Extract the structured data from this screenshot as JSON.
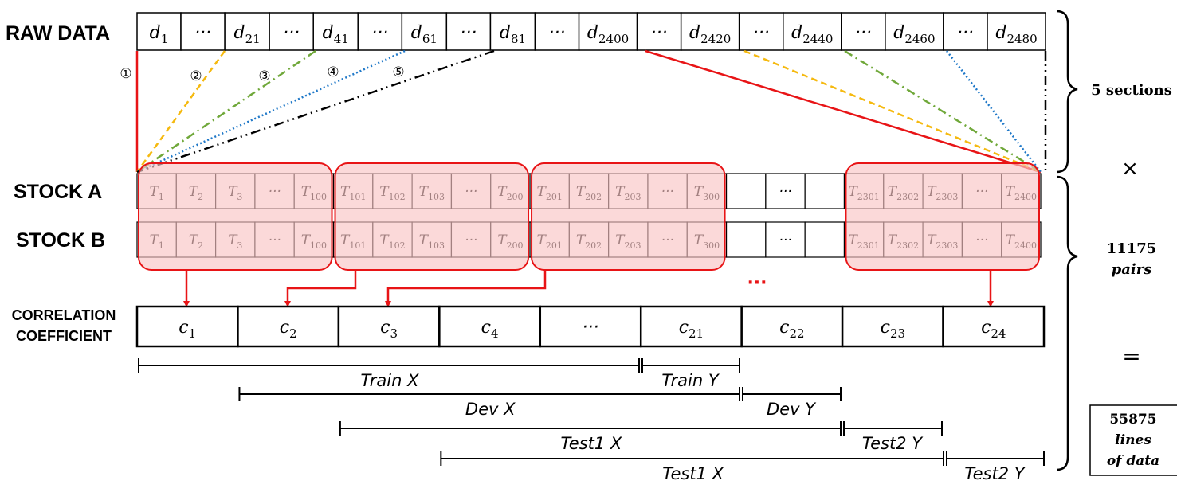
{
  "labels": {
    "raw_data": "RAW DATA",
    "stock_a": "STOCK A",
    "stock_b": "STOCK B",
    "correlation_line1": "CORRELATION",
    "correlation_line2": "COEFFICIENT"
  },
  "raw_cells": [
    {
      "base": "d",
      "sub": "1"
    },
    {
      "base": "···",
      "sub": ""
    },
    {
      "base": "d",
      "sub": "21"
    },
    {
      "base": "···",
      "sub": ""
    },
    {
      "base": "d",
      "sub": "41"
    },
    {
      "base": "···",
      "sub": ""
    },
    {
      "base": "d",
      "sub": "61"
    },
    {
      "base": "···",
      "sub": ""
    },
    {
      "base": "d",
      "sub": "81"
    },
    {
      "base": "···",
      "sub": ""
    },
    {
      "base": "d",
      "sub": "2400"
    },
    {
      "base": "···",
      "sub": ""
    },
    {
      "base": "d",
      "sub": "2420"
    },
    {
      "base": "···",
      "sub": ""
    },
    {
      "base": "d",
      "sub": "2440"
    },
    {
      "base": "···",
      "sub": ""
    },
    {
      "base": "d",
      "sub": "2460"
    },
    {
      "base": "···",
      "sub": ""
    },
    {
      "base": "d",
      "sub": "2480"
    }
  ],
  "section_markers": [
    "①",
    "②",
    "③",
    "④",
    "⑤"
  ],
  "stock_cells": [
    {
      "base": "T",
      "sub": "1"
    },
    {
      "base": "T",
      "sub": "2"
    },
    {
      "base": "T",
      "sub": "3"
    },
    {
      "base": "···",
      "sub": ""
    },
    {
      "base": "T",
      "sub": "100"
    },
    {
      "base": "T",
      "sub": "101"
    },
    {
      "base": "T",
      "sub": "102"
    },
    {
      "base": "T",
      "sub": "103"
    },
    {
      "base": "···",
      "sub": ""
    },
    {
      "base": "T",
      "sub": "200"
    },
    {
      "base": "T",
      "sub": "201"
    },
    {
      "base": "T",
      "sub": "202"
    },
    {
      "base": "T",
      "sub": "203"
    },
    {
      "base": "···",
      "sub": ""
    },
    {
      "base": "T",
      "sub": "300"
    },
    {
      "base": "",
      "sub": ""
    },
    {
      "base": "···",
      "sub": ""
    },
    {
      "base": "",
      "sub": ""
    },
    {
      "base": "T",
      "sub": "2301"
    },
    {
      "base": "T",
      "sub": "2302"
    },
    {
      "base": "T",
      "sub": "2303"
    },
    {
      "base": "···",
      "sub": ""
    },
    {
      "base": "T",
      "sub": "2400"
    }
  ],
  "middle_ellipsis": "···",
  "coefficients": [
    {
      "base": "c",
      "sub": "1"
    },
    {
      "base": "c",
      "sub": "2"
    },
    {
      "base": "c",
      "sub": "3"
    },
    {
      "base": "c",
      "sub": "4"
    },
    {
      "base": "···",
      "sub": ""
    },
    {
      "base": "c",
      "sub": "21"
    },
    {
      "base": "c",
      "sub": "22"
    },
    {
      "base": "c",
      "sub": "23"
    },
    {
      "base": "c",
      "sub": "24"
    }
  ],
  "splits": [
    {
      "x_label": "Train X",
      "y_label": "Train Y"
    },
    {
      "x_label": "Dev X",
      "y_label": "Dev Y"
    },
    {
      "x_label": "Test1 X",
      "y_label": "Test2 Y"
    },
    {
      "x_label": "Test1 X",
      "y_label": "Test2 Y"
    }
  ],
  "right_side": {
    "sections": "5 sections",
    "times": "×",
    "pairs_number": "11175",
    "pairs_word": "pairs",
    "equals": "=",
    "result_number": "55875",
    "result_line2": "lines",
    "result_line3": "of data"
  },
  "colors": {
    "red": "#e81416",
    "yellow": "#f5b90f",
    "green": "#70a83a",
    "blue": "#1f78c8",
    "black": "#000000",
    "highlight_fill": "#f9c5c5"
  }
}
